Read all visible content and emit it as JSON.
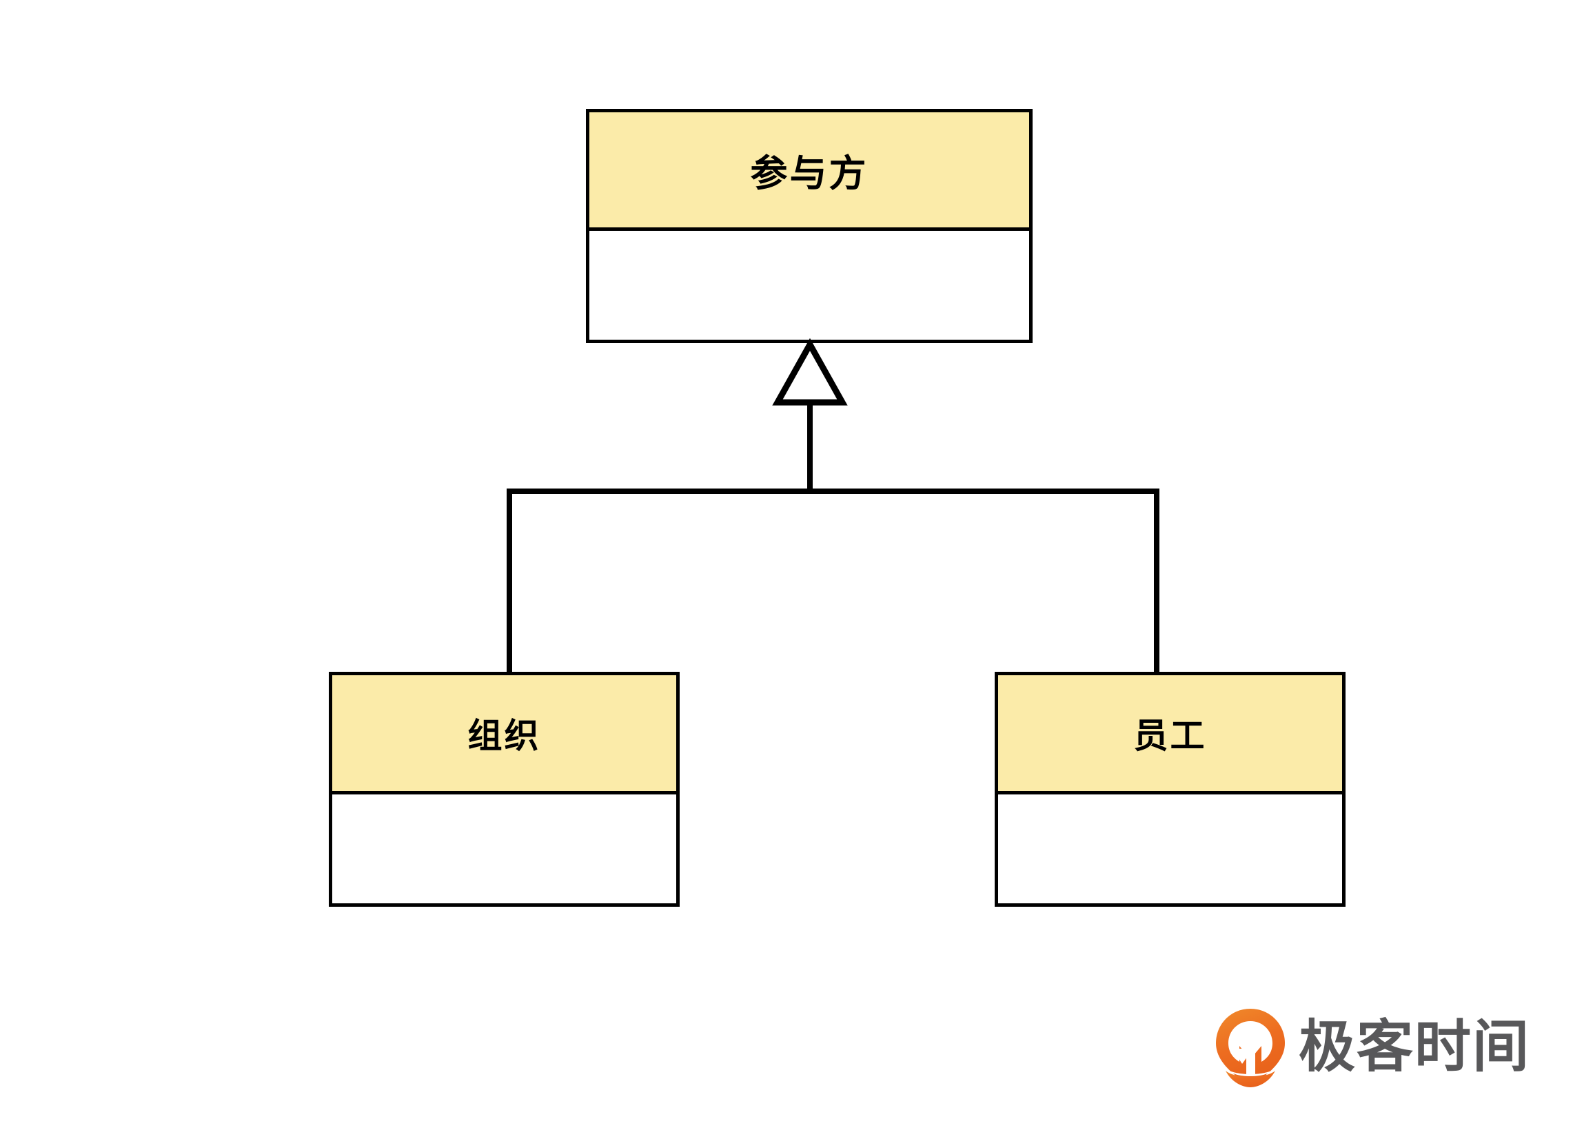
{
  "diagram": {
    "type": "uml-class-diagram",
    "relationship": "generalization",
    "background_color": "#ffffff",
    "classes": [
      {
        "id": "party",
        "name": "参与方",
        "role": "superclass",
        "header_color": "#fbeba9",
        "body_color": "#ffffff",
        "border_color": "#000000",
        "attributes": []
      },
      {
        "id": "organization",
        "name": "组织",
        "role": "subclass",
        "header_color": "#fbeba9",
        "body_color": "#ffffff",
        "border_color": "#000000",
        "attributes": []
      },
      {
        "id": "employee",
        "name": "员工",
        "role": "subclass",
        "header_color": "#fbeba9",
        "body_color": "#ffffff",
        "border_color": "#000000",
        "attributes": []
      }
    ],
    "edges": [
      {
        "from": "organization",
        "to": "party",
        "kind": "generalization"
      },
      {
        "from": "employee",
        "to": "party",
        "kind": "generalization"
      }
    ]
  },
  "watermark": {
    "text": "极客时间",
    "logo_name": "geektime-pin-logo",
    "logo_color": "#ed6c20",
    "text_color": "#58585a"
  }
}
